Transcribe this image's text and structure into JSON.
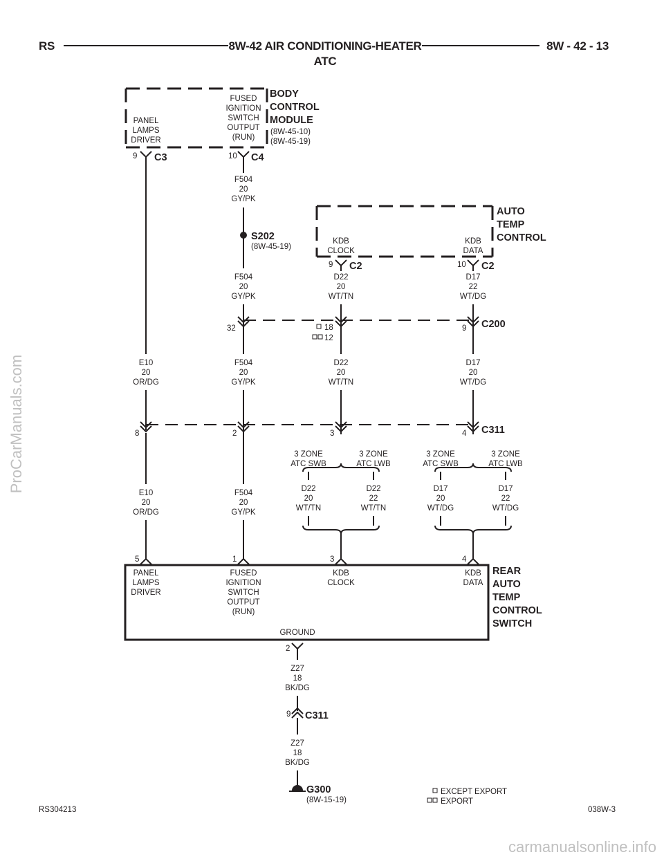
{
  "header": {
    "left": "RS",
    "title_line1": "8W-42 AIR CONDITIONING-HEATER",
    "title_line2": "ATC",
    "right": "8W - 42 - 13"
  },
  "bcm": {
    "title": [
      "BODY",
      "CONTROL",
      "MODULE"
    ],
    "refs": [
      "(8W-45-10)",
      "(8W-45-19)"
    ],
    "panel": [
      "PANEL",
      "LAMPS",
      "DRIVER"
    ],
    "fused": [
      "FUSED",
      "IGNITION",
      "SWITCH",
      "OUTPUT",
      "(RUN)"
    ],
    "pin_c3": "9",
    "conn_c3": "C3",
    "pin_c4": "10",
    "conn_c4": "C4"
  },
  "atc": {
    "title": [
      "AUTO",
      "TEMP",
      "CONTROL"
    ],
    "kdb_clock": [
      "KDB",
      "CLOCK"
    ],
    "kdb_data": [
      "KDB",
      "DATA"
    ],
    "pin_clock": "9",
    "conn_clock": "C2",
    "pin_data": "10",
    "conn_data": "C2"
  },
  "splice": {
    "name": "S202",
    "ref": "(8W-45-19)"
  },
  "wires": {
    "f504_top": [
      "F504",
      "20",
      "GY/PK"
    ],
    "f504_mid": [
      "F504",
      "20",
      "GY/PK"
    ],
    "d22_top": [
      "D22",
      "20",
      "WT/TN"
    ],
    "d17_top": [
      "D17",
      "22",
      "WT/DG"
    ],
    "e10_mid": [
      "E10",
      "20",
      "OR/DG"
    ],
    "f504_low": [
      "F504",
      "20",
      "GY/PK"
    ],
    "d22_mid": [
      "D22",
      "20",
      "WT/TN"
    ],
    "d17_mid": [
      "D17",
      "20",
      "WT/DG"
    ],
    "e10_low": [
      "E10",
      "20",
      "OR/DG"
    ],
    "f504_bot": [
      "F504",
      "20",
      "GY/PK"
    ],
    "d22_swb": [
      "D22",
      "20",
      "WT/TN"
    ],
    "d22_lwb": [
      "D22",
      "22",
      "WT/TN"
    ],
    "d17_swb": [
      "D17",
      "20",
      "WT/DG"
    ],
    "d17_lwb": [
      "D17",
      "22",
      "WT/DG"
    ],
    "z27_top": [
      "Z27",
      "18",
      "BK/DG"
    ],
    "z27_bot": [
      "Z27",
      "18",
      "BK/DG"
    ]
  },
  "c200": {
    "name": "C200",
    "pin_f504": "32",
    "pin_d22_except": "18",
    "pin_d22_export": "12",
    "pin_d17": "9"
  },
  "c311_upper": {
    "name": "C311",
    "pin_e10": "8",
    "pin_f504": "2",
    "pin_d22": "3",
    "pin_d17": "4"
  },
  "zones": {
    "swb1": [
      "3 ZONE",
      "ATC SWB"
    ],
    "lwb1": [
      "3 ZONE",
      "ATC LWB"
    ],
    "swb2": [
      "3 ZONE",
      "ATC SWB"
    ],
    "lwb2": [
      "3 ZONE",
      "ATC LWB"
    ]
  },
  "rear": {
    "title": [
      "REAR",
      "AUTO",
      "TEMP",
      "CONTROL",
      "SWITCH"
    ],
    "panel": [
      "PANEL",
      "LAMPS",
      "DRIVER"
    ],
    "fused": [
      "FUSED",
      "IGNITION",
      "SWITCH",
      "OUTPUT",
      "(RUN)"
    ],
    "kdb_clock": [
      "KDB",
      "CLOCK"
    ],
    "kdb_data": [
      "KDB",
      "DATA"
    ],
    "ground": "GROUND",
    "pin_panel": "5",
    "pin_fused": "1",
    "pin_clock": "3",
    "pin_data": "4",
    "pin_ground": "2"
  },
  "c311_lower": {
    "name": "C311",
    "pin": "9"
  },
  "ground": {
    "name": "G300",
    "ref": "(8W-15-19)"
  },
  "legend": {
    "except": "EXCEPT EXPORT",
    "export": "EXPORT"
  },
  "footer": {
    "left": "RS304213",
    "right": "038W-3"
  },
  "watermarks": {
    "side": "ProCarManuals.com",
    "bottom": "carmanualsonline.info"
  }
}
